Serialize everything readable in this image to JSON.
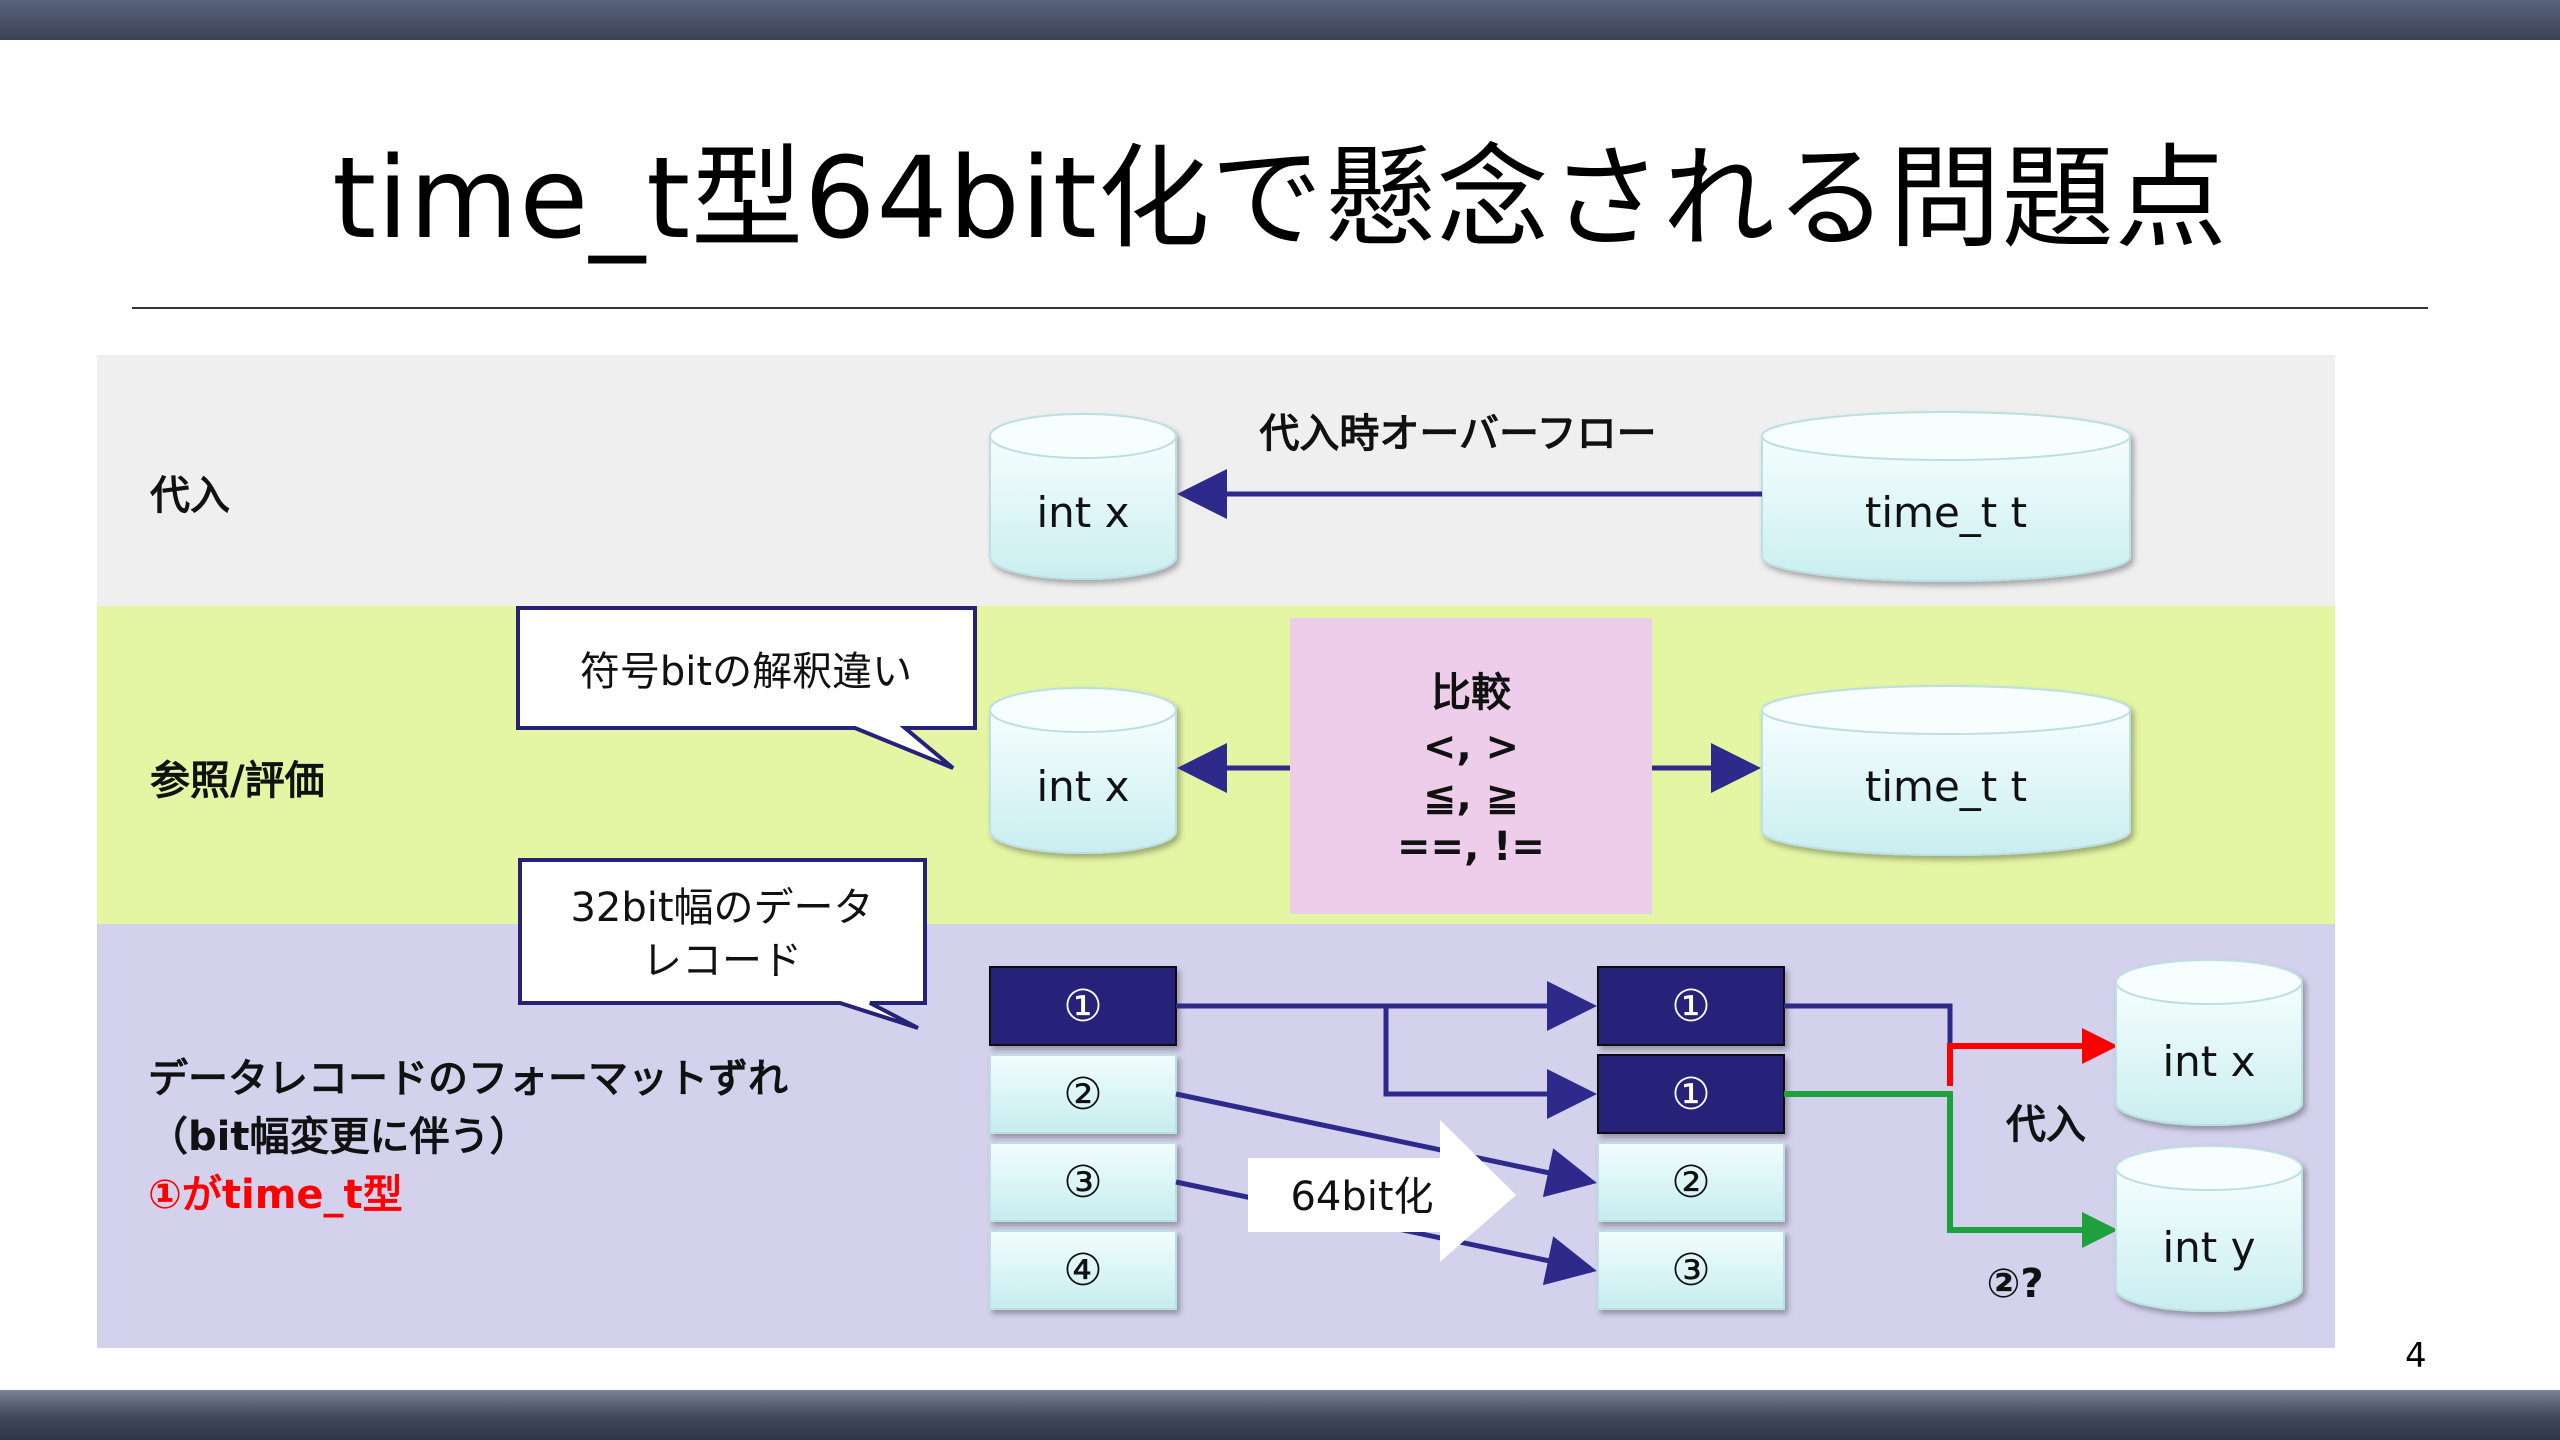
{
  "slide": {
    "title": "time_t型64bit化で懸念される問題点",
    "page_number": "4"
  },
  "rows": {
    "assign": {
      "label": "代入"
    },
    "reference": {
      "label": "参照/評価"
    },
    "record": {
      "label_line1": "データレコードのフォーマットずれ",
      "label_line2": "（bit幅変更に伴う）",
      "label_line3": "①がtime_t型"
    }
  },
  "assign_row": {
    "left_db": "int x",
    "right_db": "time_t t",
    "arrow_label": "代入時オーバーフロー"
  },
  "reference_row": {
    "callout": "符号bitの解釈違い",
    "left_db": "int x",
    "right_db": "time_t t",
    "compare_title": "比較",
    "compare_ops": [
      "<, >",
      "≦, ≧",
      "==, !="
    ]
  },
  "record_row": {
    "callout_line1": "32bit幅のデータ",
    "callout_line2": "レコード",
    "left_cells": [
      "①",
      "②",
      "③",
      "④"
    ],
    "right_cells": [
      "①",
      "①",
      "②",
      "③"
    ],
    "transform_label": "64bit化",
    "assign_label": "代入",
    "question_label": "②?",
    "db_x": "int x",
    "db_y": "int y"
  },
  "colors": {
    "navy": "#25227a",
    "arrow_blue": "#2e2a8c",
    "red": "#ff0000",
    "green": "#1ea03c",
    "cyan_light": "#e6fbfb",
    "compare_bg": "#edcdea"
  }
}
